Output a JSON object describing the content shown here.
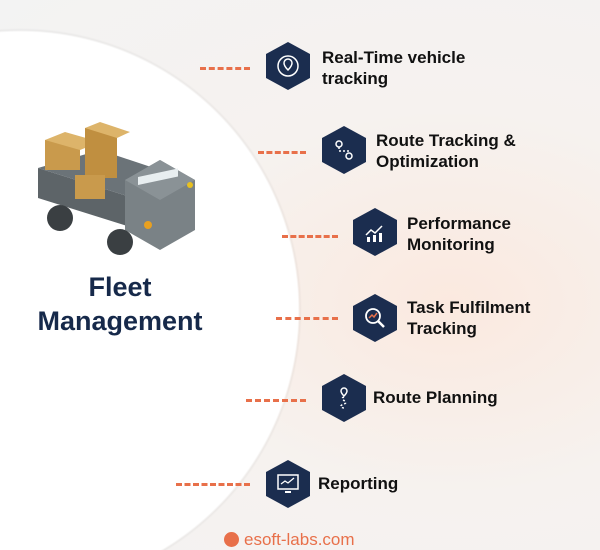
{
  "title": [
    "Fleet",
    "Management"
  ],
  "features": [
    {
      "label": [
        "Real-Time vehicle",
        "tracking"
      ],
      "icon": "vehicle-location-icon"
    },
    {
      "label": [
        "Route Tracking &",
        "Optimization"
      ],
      "icon": "route-icon"
    },
    {
      "label": [
        "Performance",
        "Monitoring"
      ],
      "icon": "performance-chart-icon"
    },
    {
      "label": [
        "Task Fulfilment",
        "Tracking"
      ],
      "icon": "magnifier-chart-icon"
    },
    {
      "label": [
        "Route Planning"
      ],
      "icon": "route-planning-icon"
    },
    {
      "label": [
        "Reporting"
      ],
      "icon": "monitor-chart-icon"
    }
  ],
  "footer": "esoft-labs.com",
  "colors": {
    "navy": "#1b2d4f",
    "accent": "#e8704a"
  }
}
